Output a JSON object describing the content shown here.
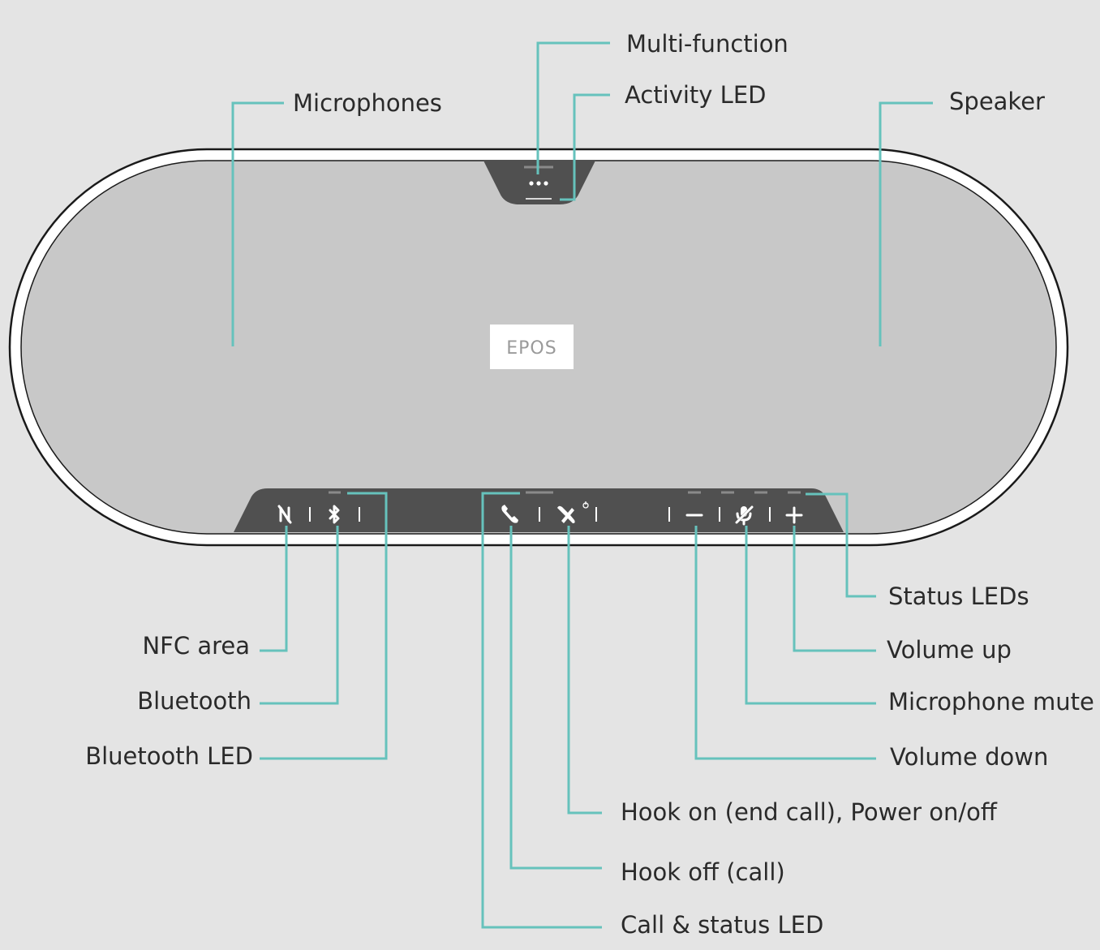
{
  "brand": "EPOS",
  "labels": {
    "multi_function": "Multi-function",
    "activity_led": "Activity LED",
    "microphones": "Microphones",
    "speaker": "Speaker",
    "status_leds": "Status LEDs",
    "volume_up": "Volume up",
    "microphone_mute": "Microphone mute",
    "volume_down": "Volume down",
    "hook_on": "Hook on (end call), Power on/off",
    "hook_off": "Hook off (call)",
    "call_status_led": "Call & status LED",
    "nfc_area": "NFC area",
    "bluetooth": "Bluetooth",
    "bluetooth_led": "Bluetooth LED"
  },
  "colors": {
    "background": "#e4e4e4",
    "callout": "#66c2bc",
    "body_rim": "#ffffff",
    "speaker_grille": "#c8c8c8",
    "control_panel": "#505050"
  },
  "icons": [
    "nfc-icon",
    "bluetooth-icon",
    "phone-hook-off-icon",
    "phone-hook-on-power-icon",
    "minus-icon",
    "mic-mute-icon",
    "plus-icon",
    "multi-function-dots-icon"
  ]
}
